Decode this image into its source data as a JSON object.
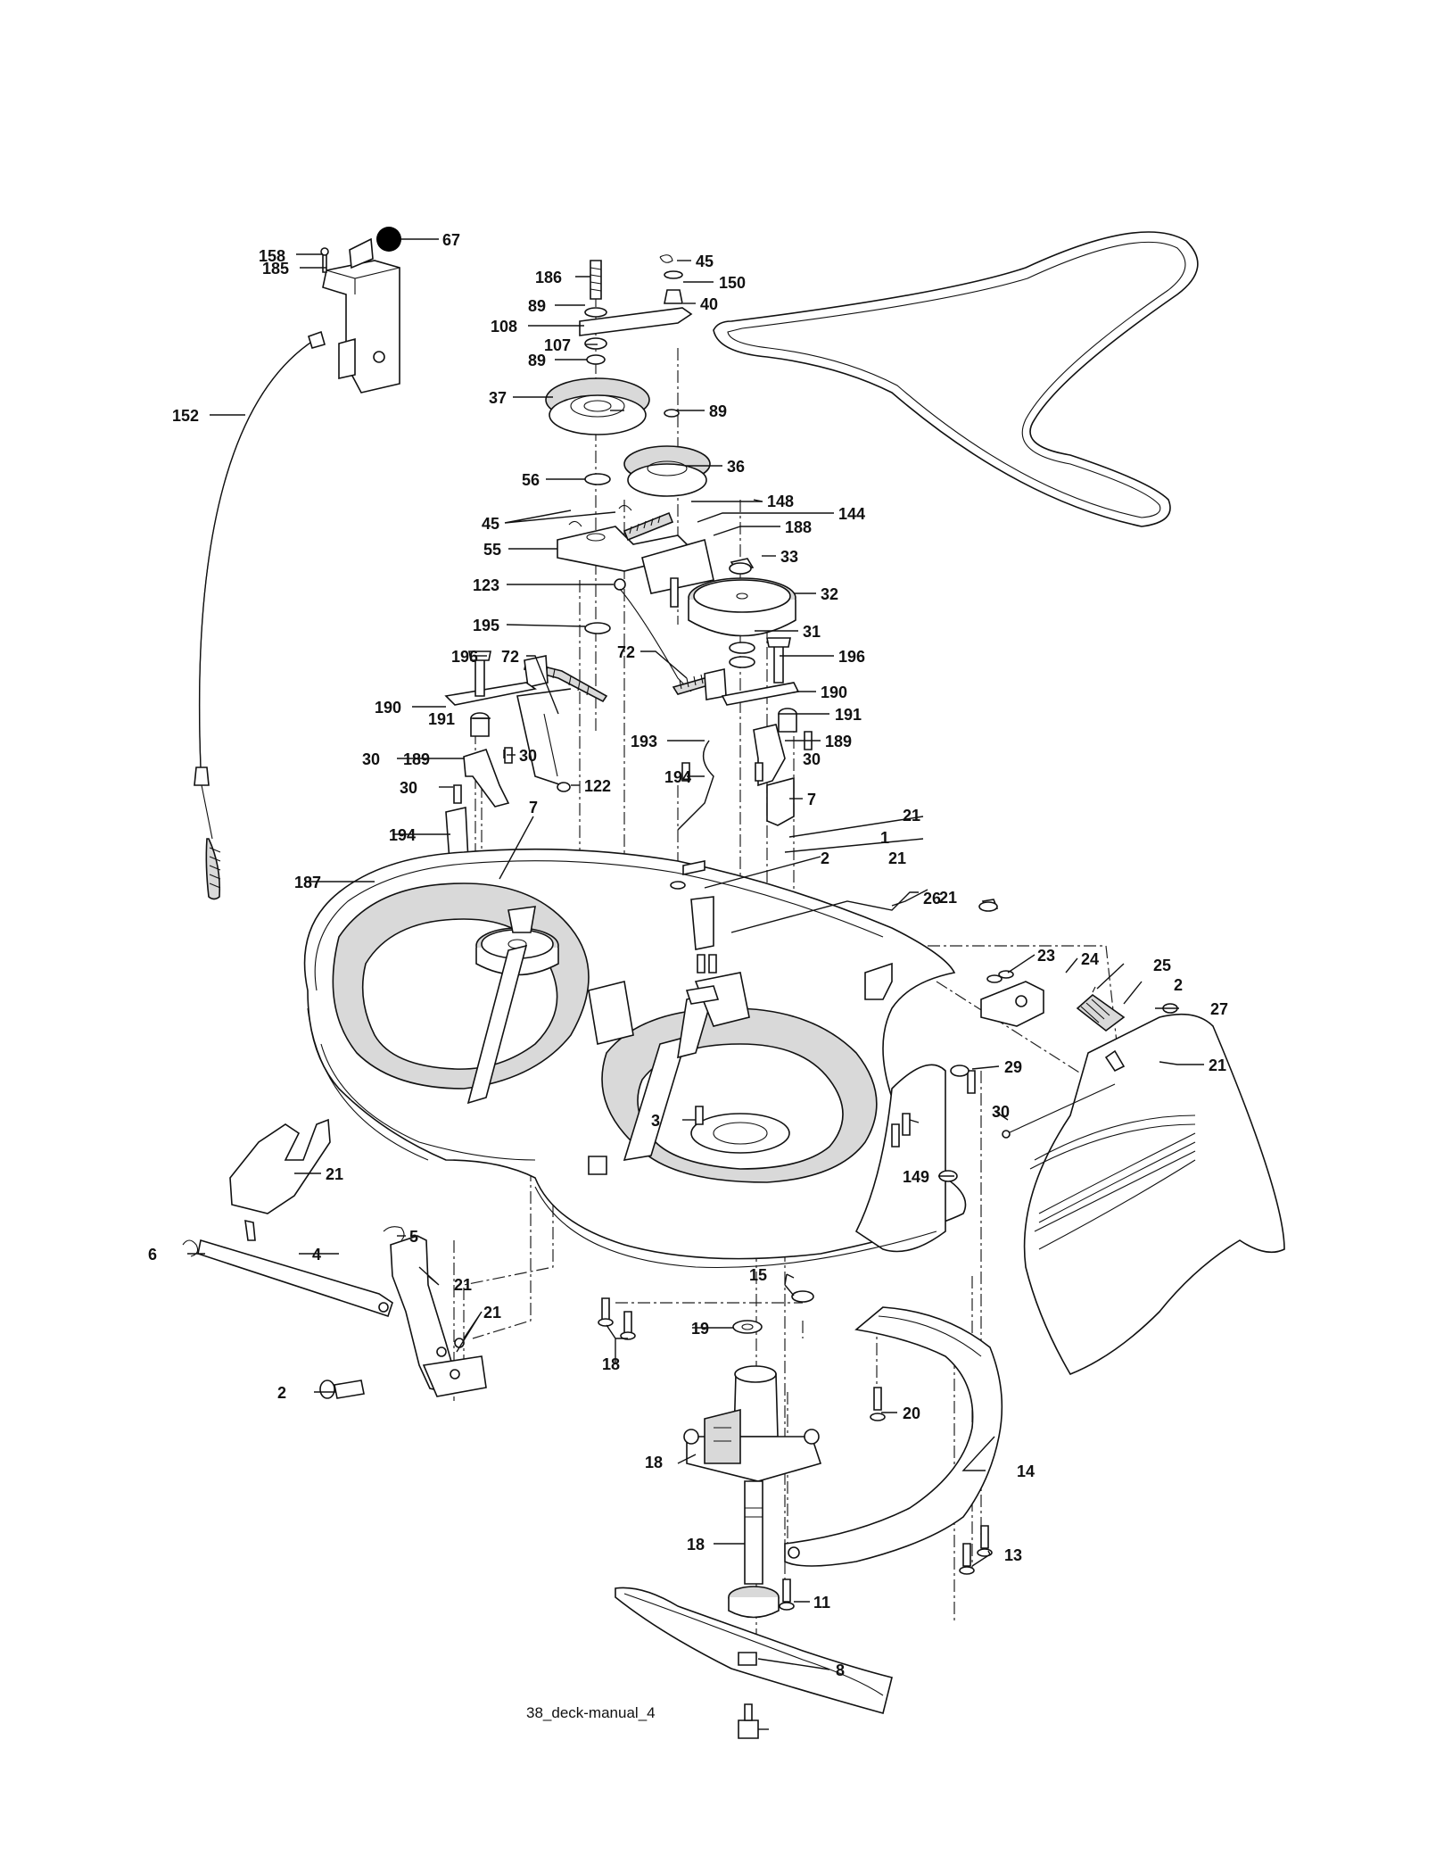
{
  "caption": "38_deck-manual_4",
  "labels": [
    {
      "id": "l67",
      "text": "67"
    },
    {
      "id": "l158",
      "text": "158"
    },
    {
      "id": "l185",
      "text": "185"
    },
    {
      "id": "l152",
      "text": "152"
    },
    {
      "id": "l186",
      "text": "186"
    },
    {
      "id": "l45a",
      "text": "45"
    },
    {
      "id": "l150",
      "text": "150"
    },
    {
      "id": "l89a",
      "text": "89"
    },
    {
      "id": "l40",
      "text": "40"
    },
    {
      "id": "l108",
      "text": "108"
    },
    {
      "id": "l107",
      "text": "107"
    },
    {
      "id": "l89b",
      "text": "89"
    },
    {
      "id": "l37",
      "text": "37"
    },
    {
      "id": "l89c",
      "text": "89"
    },
    {
      "id": "l36",
      "text": "36"
    },
    {
      "id": "l56",
      "text": "56"
    },
    {
      "id": "l148",
      "text": "148"
    },
    {
      "id": "l45b",
      "text": "45"
    },
    {
      "id": "l144",
      "text": "144"
    },
    {
      "id": "l188",
      "text": "188"
    },
    {
      "id": "l55",
      "text": "55"
    },
    {
      "id": "l33",
      "text": "33"
    },
    {
      "id": "l123",
      "text": "123"
    },
    {
      "id": "l32",
      "text": "32"
    },
    {
      "id": "l195",
      "text": "195"
    },
    {
      "id": "l31",
      "text": "31"
    },
    {
      "id": "l72a",
      "text": "72"
    },
    {
      "id": "l72b",
      "text": "72"
    },
    {
      "id": "l196a",
      "text": "196"
    },
    {
      "id": "l196b",
      "text": "196"
    },
    {
      "id": "l190a",
      "text": "190"
    },
    {
      "id": "l190b",
      "text": "190"
    },
    {
      "id": "l191a",
      "text": "191"
    },
    {
      "id": "l191b",
      "text": "191"
    },
    {
      "id": "l193",
      "text": "193"
    },
    {
      "id": "l30a",
      "text": "30"
    },
    {
      "id": "l30b",
      "text": "30"
    },
    {
      "id": "l189a",
      "text": "189"
    },
    {
      "id": "l189b",
      "text": "189"
    },
    {
      "id": "l30c",
      "text": "30"
    },
    {
      "id": "l122",
      "text": "122"
    },
    {
      "id": "l30d",
      "text": "30"
    },
    {
      "id": "l194a",
      "text": "194"
    },
    {
      "id": "l194b",
      "text": "194"
    },
    {
      "id": "l7a",
      "text": "7"
    },
    {
      "id": "l7b",
      "text": "7"
    },
    {
      "id": "l21a",
      "text": "21"
    },
    {
      "id": "l1",
      "text": "1"
    },
    {
      "id": "l187",
      "text": "187"
    },
    {
      "id": "l2a",
      "text": "2"
    },
    {
      "id": "l21b",
      "text": "21"
    },
    {
      "id": "l21c",
      "text": "21"
    },
    {
      "id": "l23",
      "text": "23"
    },
    {
      "id": "l24",
      "text": "24"
    },
    {
      "id": "l25",
      "text": "25"
    },
    {
      "id": "l2b",
      "text": "2"
    },
    {
      "id": "l26",
      "text": "26"
    },
    {
      "id": "l27",
      "text": "27"
    },
    {
      "id": "l21d",
      "text": "21"
    },
    {
      "id": "l29",
      "text": "29"
    },
    {
      "id": "l30e",
      "text": "30"
    },
    {
      "id": "l3",
      "text": "3"
    },
    {
      "id": "l21e",
      "text": "21"
    },
    {
      "id": "l149",
      "text": "149"
    },
    {
      "id": "l5",
      "text": "5"
    },
    {
      "id": "l6",
      "text": "6"
    },
    {
      "id": "l4",
      "text": "4"
    },
    {
      "id": "l21f",
      "text": "21"
    },
    {
      "id": "l21g",
      "text": "21"
    },
    {
      "id": "l15",
      "text": "15"
    },
    {
      "id": "l19",
      "text": "19"
    },
    {
      "id": "l2c",
      "text": "2"
    },
    {
      "id": "l18a",
      "text": "18"
    },
    {
      "id": "l20",
      "text": "20"
    },
    {
      "id": "l14",
      "text": "14"
    },
    {
      "id": "l18b",
      "text": "18"
    },
    {
      "id": "l13",
      "text": "13"
    },
    {
      "id": "l18c",
      "text": "18"
    },
    {
      "id": "l11",
      "text": "11"
    },
    {
      "id": "l8",
      "text": "8"
    }
  ]
}
